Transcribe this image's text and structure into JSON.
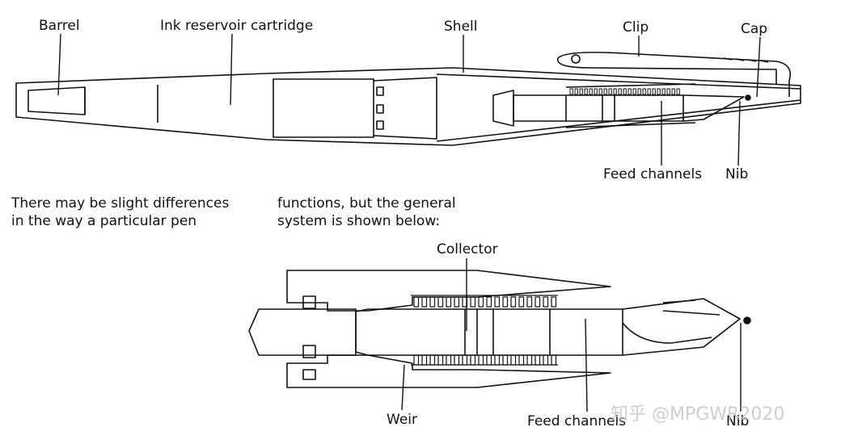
{
  "top_diagram": {
    "labels": {
      "barrel": "Barrel",
      "ink_reservoir": "Ink reservoir cartridge",
      "shell": "Shell",
      "clip": "Clip",
      "cap": "Cap",
      "feed_channels": "Feed channels",
      "nib": "Nib"
    }
  },
  "text": {
    "left_line1": "There may be slight differences",
    "left_line2": "in the way a particular pen",
    "right_line1": "functions, but the general",
    "right_line2": "system is shown below:"
  },
  "bottom_diagram": {
    "labels": {
      "collector": "Collector",
      "weir": "Weir",
      "feed_channels": "Feed channels",
      "nib": "Nib"
    }
  },
  "watermark": "知乎 @MPGWR2020"
}
